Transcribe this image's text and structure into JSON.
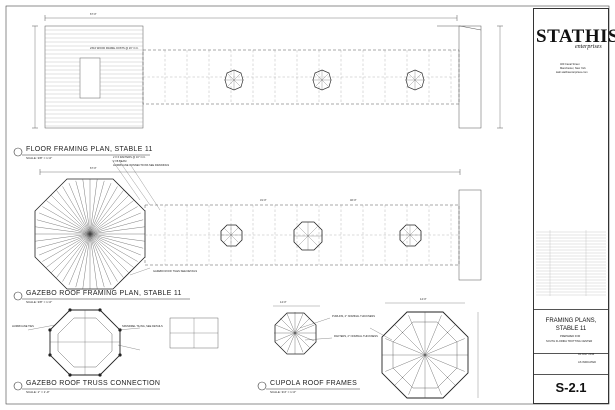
{
  "views": {
    "floor_framing": {
      "title": "FLOOR FRAMING PLAN, STABLE 11",
      "scale": "SCALE: 3/8\" = 1'-0\""
    },
    "gazebo_roof": {
      "title": "GAZEBO ROOF FRAMING PLAN, STABLE 11",
      "scale": "SCALE: 3/8\" = 1'-0\""
    },
    "truss_connection": {
      "title": "GAZEBO ROOF TRUSS CONNECTION",
      "scale": "SCALE: 1\" = 1'-0\""
    },
    "cupola": {
      "title": "CUPOLA ROOF FRAMES",
      "scale": "SCALE: 3/4\" = 1'-0\""
    }
  },
  "notes": {
    "floor_note": "2X10 WOOD FRAME JOISTS @ 16\" O.C.",
    "rafters_note": "2 X 6 RAFTERS @ 16\" O.C.",
    "beam_note": "2 X8 BEAM",
    "hurricane_note": "HURRICANE CONNECTIONS SEE DRAWINGS",
    "gazebo_tiles_note": "GAZEBO ROOF TILES SEE DETAILS",
    "hurricane_ties_note": "HURRICANE TIES",
    "spandrel_note": "SPANDREL TILING, SEE DETAILS",
    "purlins_note": "PURLINS, 2\" NOMINAL THICKNESS",
    "rafters_nominal_note": "RAFTERS, 2\" NOMINAL THICKNESS"
  },
  "dimensions": {
    "overall": "67'-0\"",
    "bay_a": "31'-0\"",
    "bay_b": "46'-0\"",
    "width": "14'-0\"",
    "cupola_w": "14'-0\""
  },
  "titleblock": {
    "logo": "STATHIS",
    "logo_sub": "enterprises",
    "address1": "400 Canal Street",
    "address2": "Manchester, New York",
    "email": "leah.stathisenterprises.com",
    "project_title_1": "FRAMING PLANS,",
    "project_title_2": "STABLE 11",
    "prepared_for": "PREPARED FOR",
    "client": "SOUTH FLORIDA TROTTING CENTER",
    "date": "04 JULY 2016",
    "scale_value": "AS INDICATED",
    "sheet_number": "S-2.1"
  }
}
